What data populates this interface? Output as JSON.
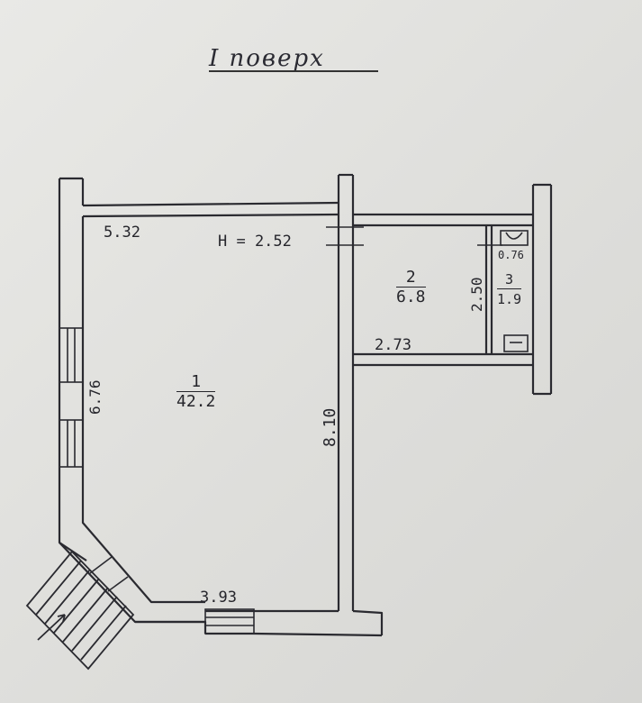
{
  "title": "I поверх",
  "ceiling_height": "H = 2.52",
  "rooms": [
    {
      "number": "1",
      "area": "42.2"
    },
    {
      "number": "2",
      "area": "6.8"
    },
    {
      "number": "3",
      "area": "1.9"
    }
  ],
  "dimensions": {
    "top_wall": "5.32",
    "left_wall": "6.76",
    "right_wall_room1": "8.10",
    "bottom_wall": "3.93",
    "room2_width": "2.73",
    "room2_height": "2.50",
    "room3_width": "0.76"
  },
  "colors": {
    "ink": "#2a2a30",
    "paper": "#e4e4e1"
  }
}
